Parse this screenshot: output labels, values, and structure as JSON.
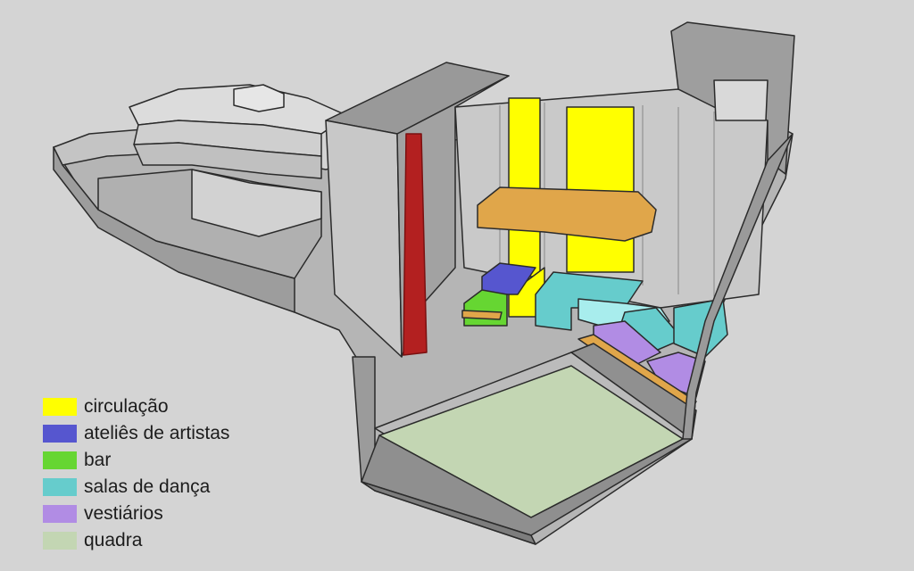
{
  "diagram": {
    "colors": {
      "background": "#d4d4d4",
      "wall": "#a9a9a9",
      "wall_light": "#c4c4c4",
      "wall_dark": "#8a8a8a",
      "floor": "#b3b3b3",
      "outline": "#2b2b2b",
      "red_column": "#b32020"
    }
  },
  "legend": {
    "items": [
      {
        "label": "circulação",
        "color": "#ffff00"
      },
      {
        "label": "ateliês de artistas",
        "color": "#5656cf"
      },
      {
        "label": "bar",
        "color": "#66d632"
      },
      {
        "label": "salas de dança",
        "color": "#66cccc"
      },
      {
        "label": "vestiários",
        "color": "#b18ce4"
      },
      {
        "label": "quadra",
        "color": "#c3d6b3"
      }
    ]
  }
}
